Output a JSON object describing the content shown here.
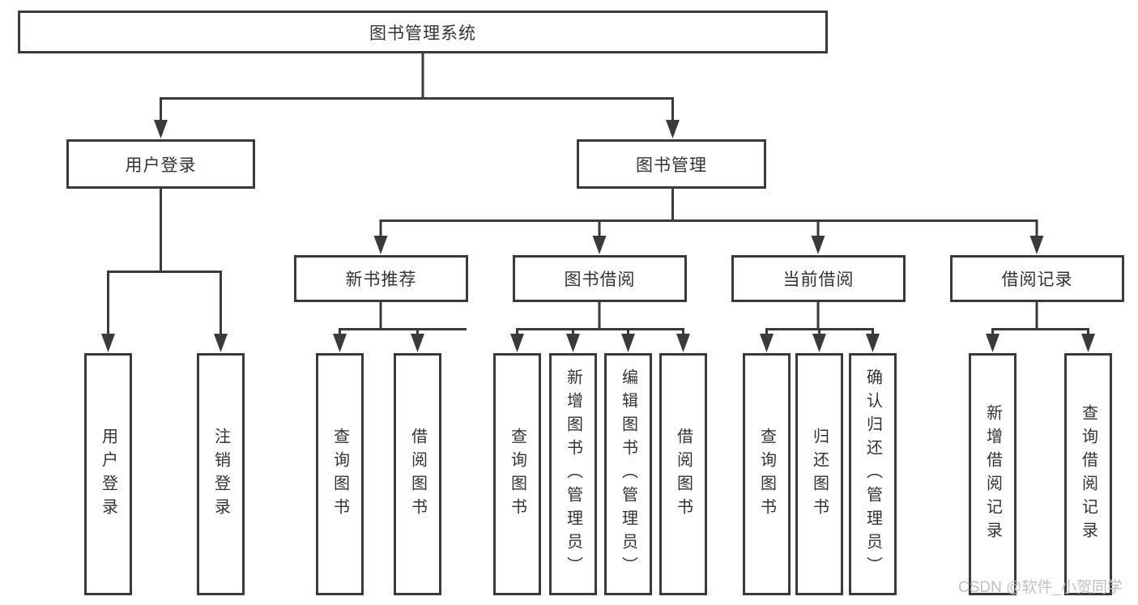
{
  "diagram": {
    "root": "图书管理系统",
    "branches": [
      {
        "label": "用户登录",
        "children": [
          "用户登录",
          "注销登录"
        ]
      },
      {
        "label": "图书管理",
        "sections": [
          {
            "label": "新书推荐",
            "children": [
              "查询图书",
              "借阅图书"
            ]
          },
          {
            "label": "图书借阅",
            "children": [
              "查询图书",
              "新增图书（管理员）",
              "编辑图书（管理员）",
              "借阅图书"
            ]
          },
          {
            "label": "当前借阅",
            "children": [
              "查询图书",
              "归还图书",
              "确认归还（管理员）"
            ]
          },
          {
            "label": "借阅记录",
            "children": [
              "新增借阅记录",
              "查询借阅记录"
            ]
          }
        ]
      }
    ],
    "line_color": "#3a3a3a"
  },
  "watermark": {
    "text": "CSDN @软件_小贺同学",
    "color": "#c8bdbd"
  }
}
